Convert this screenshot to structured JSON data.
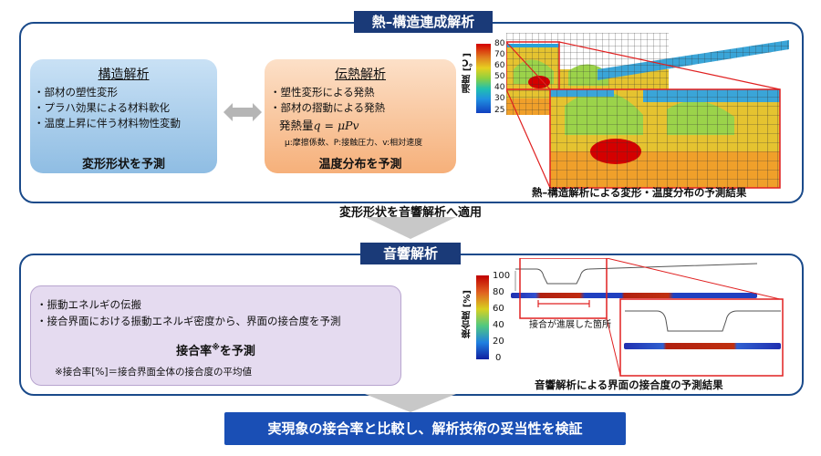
{
  "top_panel": {
    "header": "熱–構造連成解析",
    "structural": {
      "title": "構造解析",
      "bullets": [
        "・部材の塑性変形",
        "・プラハ効果による材料軟化",
        "・温度上昇に伴う材料物性変動"
      ],
      "result": "変形形状を予測"
    },
    "thermal": {
      "title": "伝熱解析",
      "bullets": [
        "・塑性変形による発熱",
        "・部材の摺動による発熱"
      ],
      "formula_label": "発熱量",
      "formula": "q = μPv",
      "legend_note": "μ:摩擦係数、P:接触圧力、v:相対速度",
      "result": "温度分布を予測"
    },
    "colorbar": {
      "title": "温度 [℃]",
      "ticks": [
        "80",
        "70",
        "60",
        "50",
        "40",
        "30",
        "25"
      ]
    },
    "figure_caption": "熱–構造解析による変形・温度分布の予測結果"
  },
  "middle_text": "変形形状を音響解析へ適用",
  "bottom_panel": {
    "header": "音響解析",
    "bullets": [
      "・振動エネルギの伝搬",
      "・接合界面における振動エネルギ密度から、界面の接合度を予測"
    ],
    "result_prefix": "接合率",
    "result_sup": "※",
    "result_suffix": "を予測",
    "note": "※接合率[%]＝接合界面全体の接合度の平均値",
    "colorbar": {
      "title": "接合度 [%]",
      "ticks": [
        "100",
        "80",
        "60",
        "40",
        "20",
        "0"
      ]
    },
    "annotation": "接合が進展した箇所",
    "figure_caption": "音響解析による界面の接合度の予測結果"
  },
  "final_box": "実現象の接合率と比較し、解析技術の妥当性を検証",
  "colors": {
    "panel_border": "#1a4a8a",
    "header_bg": "#1a3a78",
    "final_bg": "#1a4fb5",
    "highlight": "#e02020"
  }
}
